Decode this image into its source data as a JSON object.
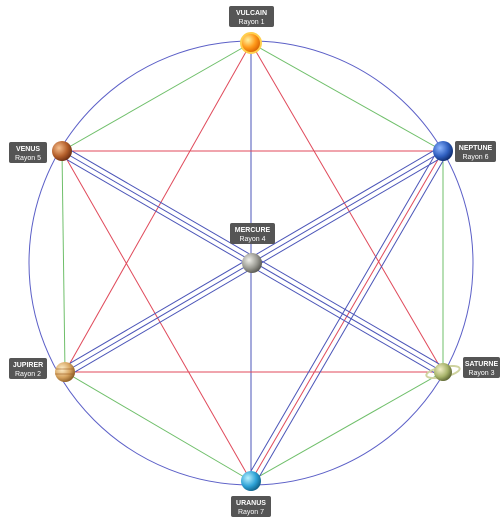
{
  "planets": [
    {
      "id": "vulcain",
      "name": "VULCAIN",
      "ray": "Rayon 1",
      "color": "#ff9a1a"
    },
    {
      "id": "neptune",
      "name": "NEPTUNE",
      "ray": "Rayon 6",
      "color": "#2f5fbf"
    },
    {
      "id": "saturne",
      "name": "SATURNE",
      "ray": "Rayon 3",
      "color": "#a7b36a"
    },
    {
      "id": "uranus",
      "name": "URANUS",
      "ray": "Rayon 7",
      "color": "#2ea2d6"
    },
    {
      "id": "jupiter",
      "name": "JUPIRER",
      "ray": "Rayon 2",
      "color": "#d6a35f"
    },
    {
      "id": "venus",
      "name": "VENUS",
      "ray": "Rayon 5",
      "color": "#b45f2b"
    },
    {
      "id": "mercure",
      "name": "MERCURE",
      "ray": "Rayon 4",
      "color": "#9a9a92"
    }
  ],
  "colors": {
    "circle": "#5b5fc7",
    "red": "#e04a5b",
    "green": "#6fbf6a",
    "blue": "#4b55b8",
    "label_bg": "#555555"
  }
}
